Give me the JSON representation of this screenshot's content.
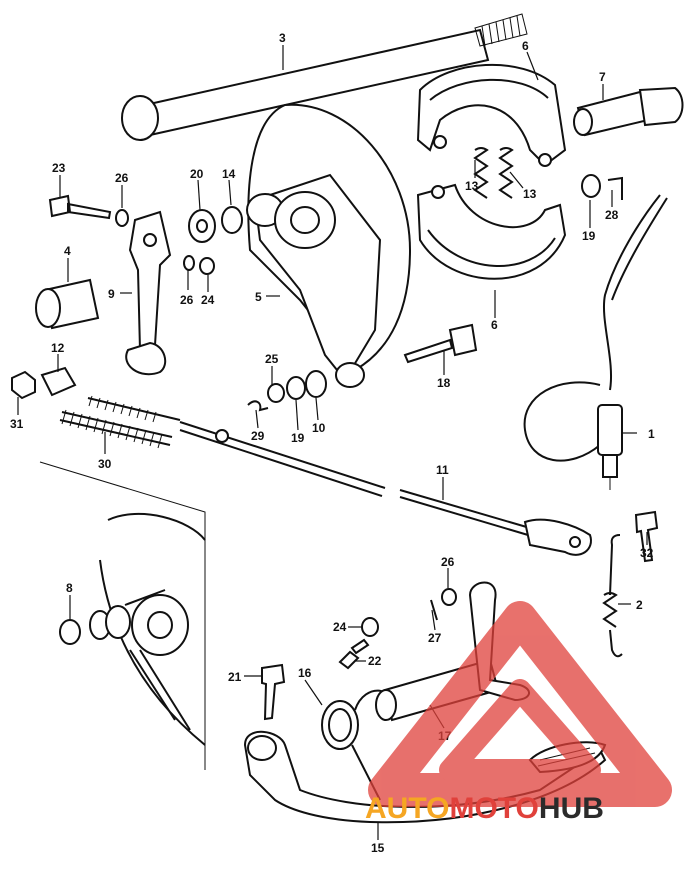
{
  "callouts": [
    {
      "id": "c1",
      "label": "1"
    },
    {
      "id": "c2",
      "label": "2"
    },
    {
      "id": "c3",
      "label": "3"
    },
    {
      "id": "c4",
      "label": "4"
    },
    {
      "id": "c5",
      "label": "5"
    },
    {
      "id": "c6a",
      "label": "6"
    },
    {
      "id": "c6b",
      "label": "6"
    },
    {
      "id": "c7",
      "label": "7"
    },
    {
      "id": "c8",
      "label": "8"
    },
    {
      "id": "c9",
      "label": "9"
    },
    {
      "id": "c10",
      "label": "10"
    },
    {
      "id": "c11",
      "label": "11"
    },
    {
      "id": "c12",
      "label": "12"
    },
    {
      "id": "c13a",
      "label": "13"
    },
    {
      "id": "c13b",
      "label": "13"
    },
    {
      "id": "c14",
      "label": "14"
    },
    {
      "id": "c15",
      "label": "15"
    },
    {
      "id": "c16",
      "label": "16"
    },
    {
      "id": "c17",
      "label": "17"
    },
    {
      "id": "c18",
      "label": "18"
    },
    {
      "id": "c19a",
      "label": "19"
    },
    {
      "id": "c19b",
      "label": "19"
    },
    {
      "id": "c20",
      "label": "20"
    },
    {
      "id": "c21",
      "label": "21"
    },
    {
      "id": "c22",
      "label": "22"
    },
    {
      "id": "c23",
      "label": "23"
    },
    {
      "id": "c24a",
      "label": "24"
    },
    {
      "id": "c24b",
      "label": "24"
    },
    {
      "id": "c25",
      "label": "25"
    },
    {
      "id": "c26a",
      "label": "26"
    },
    {
      "id": "c26b",
      "label": "26"
    },
    {
      "id": "c26c",
      "label": "26"
    },
    {
      "id": "c27",
      "label": "27"
    },
    {
      "id": "c28",
      "label": "28"
    },
    {
      "id": "c29",
      "label": "29"
    },
    {
      "id": "c30",
      "label": "30"
    },
    {
      "id": "c31",
      "label": "31"
    },
    {
      "id": "c32",
      "label": "32"
    }
  ],
  "watermark": {
    "text_part1": "AUTO",
    "text_part2": "MOTO",
    "text_part3": "HUB",
    "color_orange": "#f5a623",
    "color_red": "#e0413b",
    "color_dark": "#2b2b2b"
  }
}
